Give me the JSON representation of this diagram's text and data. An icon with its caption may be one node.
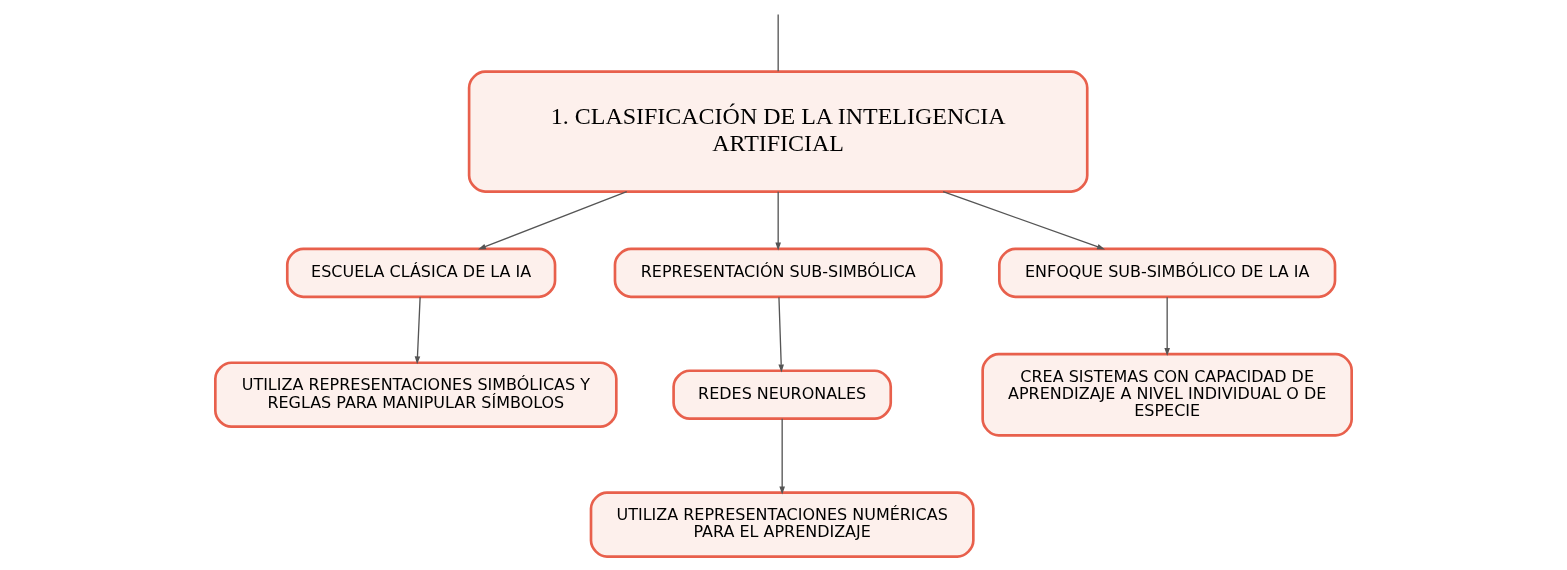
{
  "diagram": {
    "nodes": [
      {
        "text": [
          "1. CLASIFICACIÓN DE LA INTELIGENCIA ARTIFICIAL"
        ]
      },
      {
        "text": [
          "ESCUELA CLÁSICA DE LA IA"
        ]
      },
      {
        "text": [
          "REPRESENTACIÓN SUB-SIMBÓLICA"
        ]
      },
      {
        "text": [
          "ENFOQUE SUB-SIMBÓLICO DE LA IA"
        ]
      },
      {
        "text": [
          "UTILIZA REPRESENTACIONES SIMBÓLICAS Y REGLAS PARA MANIPULAR SÍMBOLOS"
        ]
      },
      {
        "text": [
          "REDES NEURONALES"
        ]
      },
      {
        "text": [
          "CREA SISTEMAS CON CAPACIDAD DE APRENDIZAJE A NIVEL INDIVIDUAL O DE ESPECIE"
        ]
      },
      {
        "text": [
          "UTILIZA REPRESENTACIONES NUMÉRICAS PARA EL APRENDIZAJE"
        ]
      }
    ],
    "edges": [
      {
        "from": null,
        "to": 0,
        "arrow": "none"
      },
      {
        "from": 0,
        "to": 1,
        "arrow": "to"
      },
      {
        "from": 0,
        "to": 2,
        "arrow": "to"
      },
      {
        "from": 0,
        "to": 3,
        "arrow": "to"
      },
      {
        "from": 1,
        "to": 4,
        "arrow": "to"
      },
      {
        "from": 2,
        "to": 5,
        "arrow": "to"
      },
      {
        "from": 3,
        "to": 6,
        "arrow": "to"
      },
      {
        "from": 5,
        "to": 7,
        "arrow": "to"
      }
    ]
  }
}
